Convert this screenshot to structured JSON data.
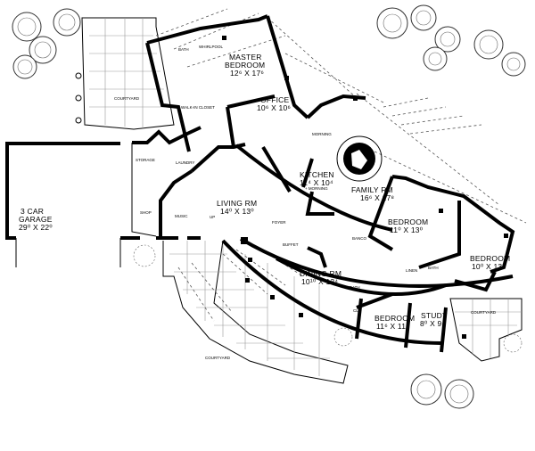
{
  "rooms": {
    "garage": {
      "name": "3 CAR",
      "name2": "GARAGE",
      "size": "29⁰ X 22⁰"
    },
    "master_bedroom": {
      "name": "MASTER",
      "name2": "BEDROOM",
      "size": "12⁶ X 17⁶"
    },
    "office": {
      "name": "OFFICE",
      "size": "10⁶ X 10⁶"
    },
    "kitchen": {
      "name": "KITCHEN",
      "size": "11⁴ X 10⁴",
      "note": "+ MORNING"
    },
    "family_rm": {
      "name": "FAMILY RM",
      "size": "16⁶ X 17⁸"
    },
    "living_rm": {
      "name": "LIVING RM",
      "size": "14⁰ X 13⁰"
    },
    "dining_rm": {
      "name": "DINING RM",
      "size": "10¹⁰ X 12⁴"
    },
    "bedroom_mid": {
      "name": "BEDROOM",
      "size": "11⁰ X 13⁰"
    },
    "bedroom_right": {
      "name": "BEDROOM",
      "size": "10⁰ X 13⁰"
    },
    "bedroom_low": {
      "name": "BEDROOM",
      "size": "11⁶ X 11⁸"
    },
    "study": {
      "name": "STUDY",
      "size": "8⁰ X 9⁴"
    }
  },
  "minor_labels": {
    "courtyard": "COURTYARD",
    "bath": "BATH",
    "walk_in_closet": "WALK-IN CLOSET",
    "laundry": "LAUNDRY",
    "storage": "STORAGE",
    "shop": "SHOP",
    "music": "MUSIC",
    "foyer": "FOYER",
    "buffet": "BUFFET",
    "morning": "MORNING",
    "banco": "BANCO",
    "whirlpool": "WHIRLPOOL",
    "up": "UP",
    "linen": "LINEN",
    "cl": "CL"
  }
}
